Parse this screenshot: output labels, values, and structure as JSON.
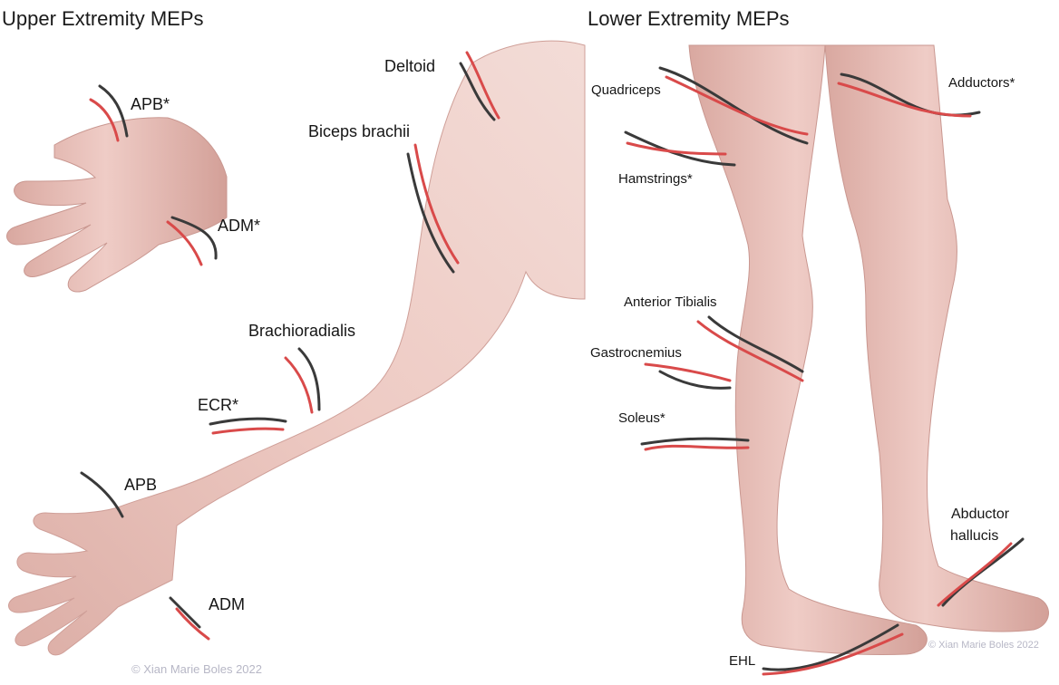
{
  "upper": {
    "title": "Upper Extremity MEPs",
    "labels": {
      "apb_star": "APB*",
      "adm_star": "ADM*",
      "deltoid": "Deltoid",
      "biceps": "Biceps brachii",
      "brachioradialis": "Brachioradialis",
      "ecr_star": "ECR*",
      "apb": "APB",
      "adm": "ADM"
    },
    "credit": "© Xian Marie Boles 2022"
  },
  "lower": {
    "title": "Lower Extremity MEPs",
    "labels": {
      "quadriceps": "Quadriceps",
      "adductors_star": "Adductors*",
      "hamstrings_star": "Hamstrings*",
      "anterior_tibialis": "Anterior Tibialis",
      "gastrocnemius": "Gastrocnemius",
      "soleus_star": "Soleus*",
      "abductor_hallucis_line1": "Abductor",
      "abductor_hallucis_line2": "hallucis",
      "ehl": "EHL"
    },
    "credit": "© Xian Marie Boles 2022"
  },
  "colors": {
    "skin": "#ecc4bd",
    "skin_shadow": "#d7a79f",
    "electrode_red": "#d94a4a",
    "electrode_black": "#3a3a3a",
    "electrode_tip": "#6e6a85"
  }
}
